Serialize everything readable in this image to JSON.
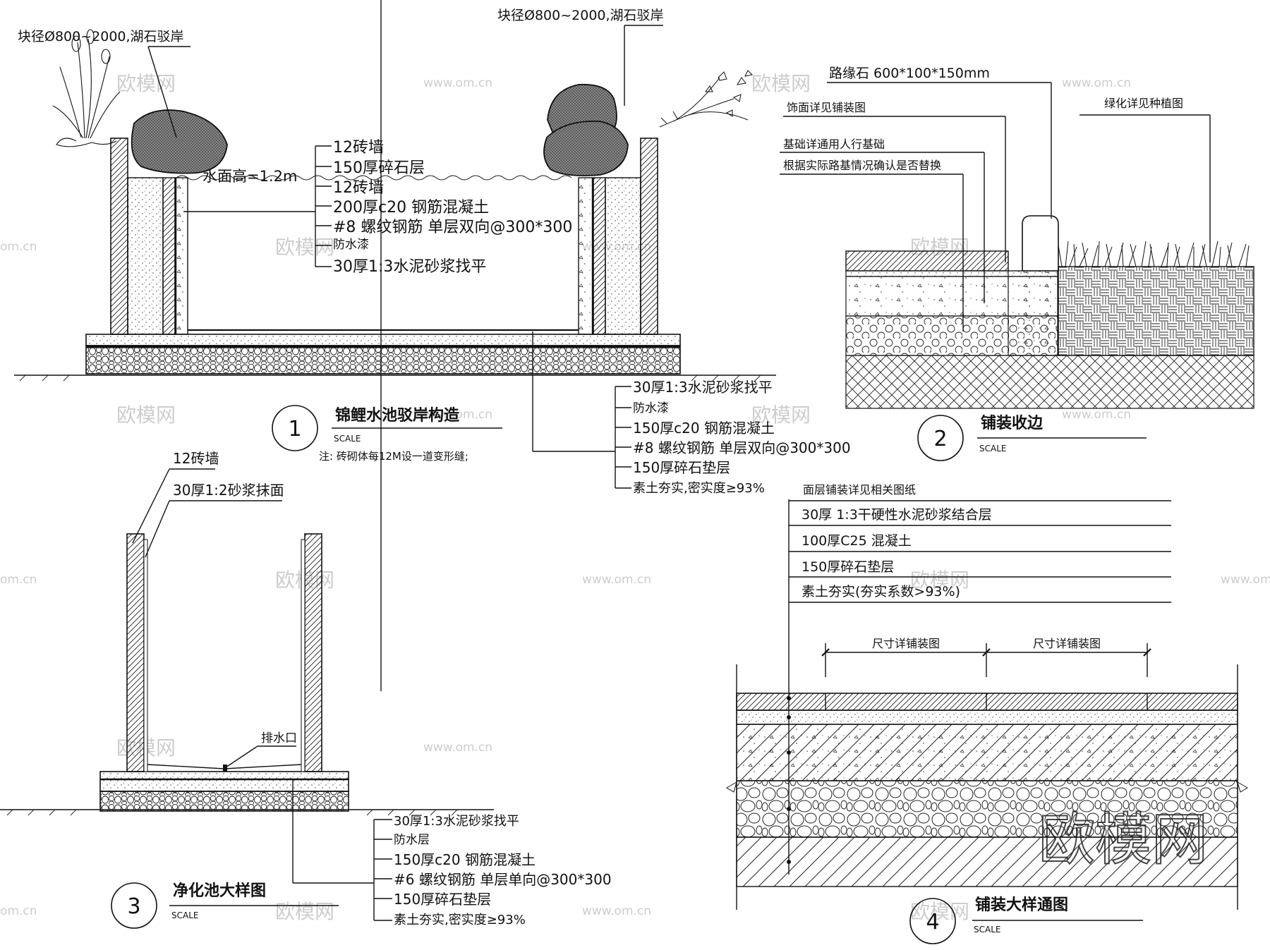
{
  "d1": {
    "rock_note_left": "块径Ø800~2000,湖石驳岸",
    "rock_note_right": "块径Ø800~2000,湖石驳岸",
    "water_level": "水面高=1.2m",
    "wall_layers": [
      "12砖墙",
      "150厚碎石层",
      "12砖墙",
      "200厚c20 钢筋混凝土",
      "#8 螺纹钢筋 单层双向@300*300",
      "防水漆",
      "30厚1:3水泥砂浆找平"
    ],
    "base_layers": [
      "30厚1:3水泥砂浆找平",
      "防水漆",
      "150厚c20 钢筋混凝土",
      "#8 螺纹钢筋 单层双向@300*300",
      "150厚碎石垫层",
      "素土夯实,密实度≥93%"
    ],
    "number": "1",
    "title": "锦鲤水池驳岸构造",
    "scale": "SCALE",
    "note": "注: 砖砌体每12M设一道变形缝;"
  },
  "d2": {
    "curb": "路缘石 600*100*150mm",
    "finish": "饰面详见铺装图",
    "planting": "绿化详见种植图",
    "base1": "基础详通用人行基础",
    "base2": "根据实际路基情况确认是否替换",
    "number": "2",
    "title": "铺装收边",
    "scale": "SCALE"
  },
  "d3": {
    "top_layers": [
      "12砖墙",
      "30厚1:2砂浆抹面"
    ],
    "drain": "排水口",
    "base_layers": [
      "30厚1:3水泥砂浆找平",
      "防水层",
      "150厚c20 钢筋混凝土",
      "#6 螺纹钢筋 单层单向@300*300",
      "150厚碎石垫层",
      "素土夯实,密实度≥93%"
    ],
    "number": "3",
    "title": "净化池大样图",
    "scale": "SCALE"
  },
  "d4": {
    "layers": [
      "面层铺装详见相关图纸",
      "30厚 1:3干硬性水泥砂浆结合层",
      "100厚C25 混凝土",
      "150厚碎石垫层",
      "素土夯实(夯实系数>93%)"
    ],
    "dim1": "尺寸详铺装图",
    "dim2": "尺寸详铺装图",
    "number": "4",
    "title": "铺装大样通图",
    "scale": "SCALE"
  },
  "watermark": {
    "brand": "欧模网",
    "url": "www.om.cn",
    "url_short": "om.cn"
  }
}
